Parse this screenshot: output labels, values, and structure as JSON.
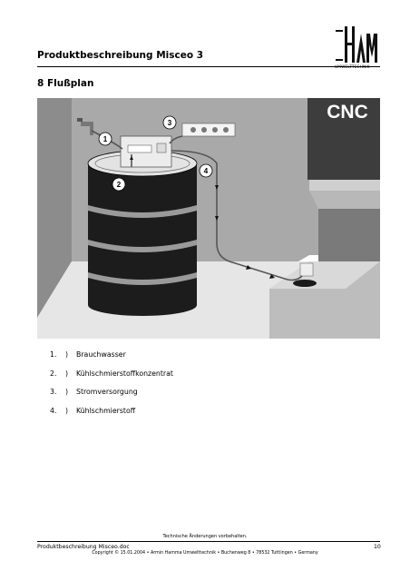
{
  "header": {
    "title": "Produktbeschreibung Misceo 3",
    "logo_text": "HAMMA",
    "logo_subtext": "UMWELTTECHNIK"
  },
  "section": {
    "heading": "8  Flußplan"
  },
  "figure": {
    "machine_label": "CNC",
    "callouts": [
      "1",
      "2",
      "3",
      "4"
    ]
  },
  "legend": [
    {
      "num": "1.",
      "paren": ")",
      "text": "Brauchwasser"
    },
    {
      "num": "2.",
      "paren": ")",
      "text": "Kühlschmierstoffkonzentrat"
    },
    {
      "num": "3.",
      "paren": ")",
      "text": "Stromversorgung"
    },
    {
      "num": "4.",
      "paren": ")",
      "text": "Kühlschmierstoff"
    }
  ],
  "footer": {
    "note": "Technische Änderungen vorbehalten.",
    "filename": "Produktbeschreibung Misceo.doc",
    "page": "10",
    "copyright": "Copyright © 15.01.2004 • Armin Hamma Umwelttechnik • Buchenweg 8 • 78532 Tuttlingen • Germany"
  },
  "colors": {
    "wall": "#a9a9a9",
    "floor": "#e4e4e4",
    "barrel": "#1c1c1c",
    "barrel_band": "#9a9a9a"
  }
}
